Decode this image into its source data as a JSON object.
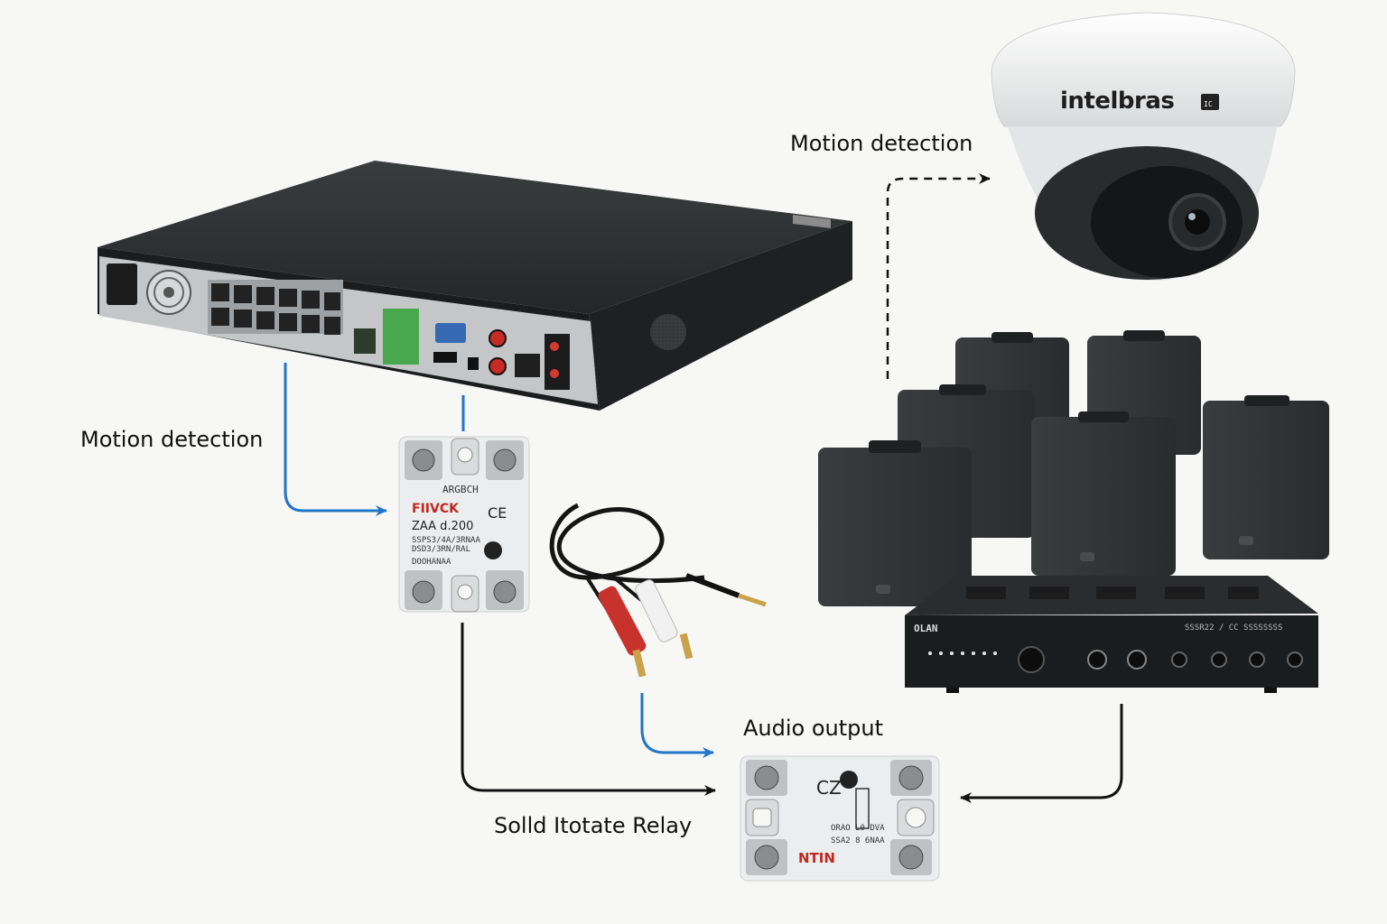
{
  "labels": {
    "motion_left": "Motion detection",
    "motion_right": "Motion detection",
    "audio_output": "Audio output",
    "relay_caption": "Solld Itotate Relay"
  },
  "camera": {
    "brand": "intelbras",
    "badge": "IC"
  },
  "relay_top": {
    "brand": "FIIVCK",
    "model": "ZAA d.200",
    "ce": "CE",
    "top_line": "ARGBCH",
    "line1": "SSPS3/4A/3RNAA",
    "line2": "DSD3/3RN/RAL",
    "line3": "DOOHANAA"
  },
  "relay_bottom": {
    "ce": "CZ",
    "brand": "NTIN",
    "line1": "ORAO L0 DVA",
    "line2": "SSA2 8 6NAA"
  },
  "amplifier": {
    "brand": "OLAN",
    "model": "SSSR22 / CC  SSSSSSSS"
  },
  "colors": {
    "blue_arrow": "#2275c9",
    "black_arrow": "#111111"
  }
}
